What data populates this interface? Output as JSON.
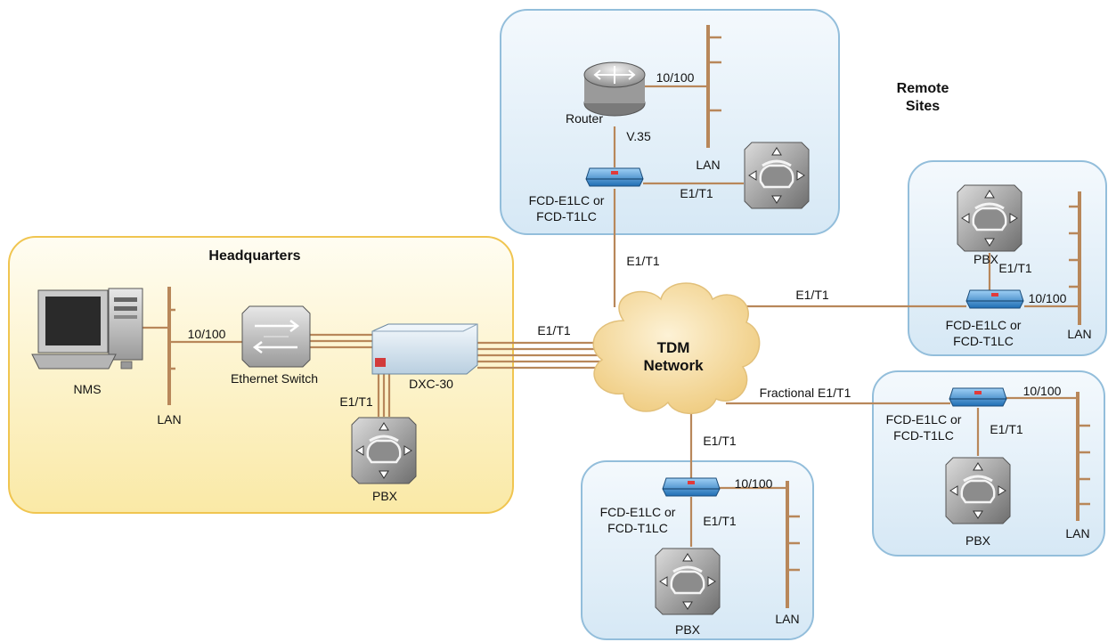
{
  "colors": {
    "link": "#b8875a",
    "headquarters_fill": "#fbf3c8",
    "headquarters_border": "#f0c550",
    "remote_fill": "#e7f1f9",
    "remote_border": "#93bedb",
    "cloud": "#f6dca0",
    "modem": "#2f86cf"
  },
  "headquarters": {
    "title": "Headquarters",
    "nms": "NMS",
    "lan": "LAN",
    "lan_speed": "10/100",
    "switch": "Ethernet Switch",
    "dxc": "DXC-30",
    "pbx_link": "E1/T1",
    "pbx": "PBX",
    "trunk": "E1/T1"
  },
  "network": {
    "line1": "TDM",
    "line2": "Network"
  },
  "remote_title": [
    "Remote",
    "Sites"
  ],
  "remote_top": {
    "router": "Router",
    "v35": "V.35",
    "lan_speed": "10/100",
    "lan": "LAN",
    "fcd": [
      "FCD-E1LC or",
      "FCD-T1LC"
    ],
    "pbx_link": "E1/T1",
    "uplink": "E1/T1"
  },
  "remote_right1": {
    "pbx": "PBX",
    "pbx_link": "E1/T1",
    "fcd": [
      "FCD-E1LC or",
      "FCD-T1LC"
    ],
    "lan_speed": "10/100",
    "lan": "LAN",
    "uplink": "E1/T1"
  },
  "remote_right2": {
    "uplink": "Fractional E1/T1",
    "fcd": [
      "FCD-E1LC or",
      "FCD-T1LC"
    ],
    "lan_speed": "10/100",
    "pbx_link": "E1/T1",
    "pbx": "PBX",
    "lan": "LAN"
  },
  "remote_bottom": {
    "uplink": "E1/T1",
    "fcd": [
      "FCD-E1LC or",
      "FCD-T1LC"
    ],
    "lan_speed": "10/100",
    "pbx_link": "E1/T1",
    "pbx": "PBX",
    "lan": "LAN"
  }
}
